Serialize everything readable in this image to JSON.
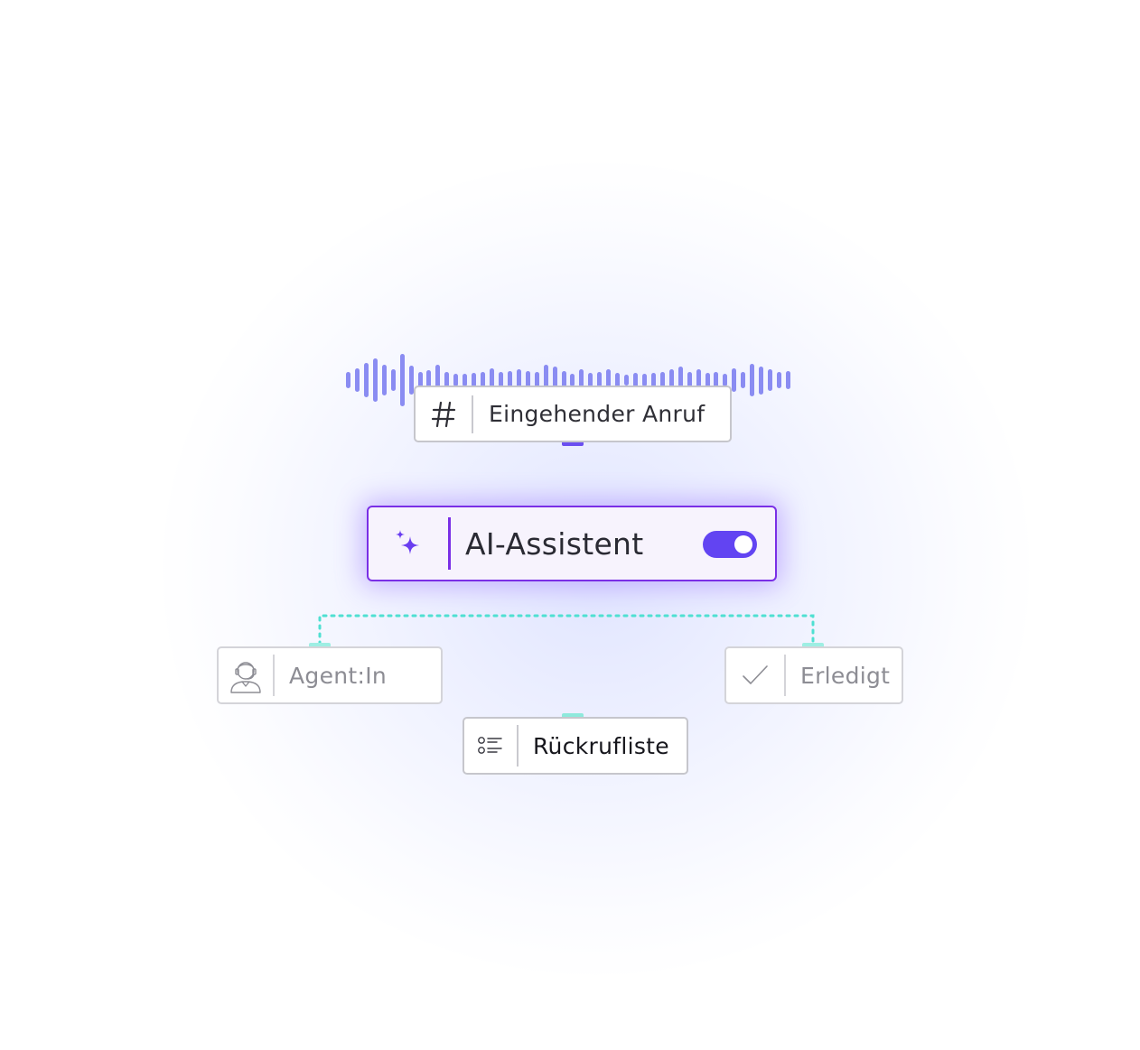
{
  "nodes": {
    "incoming": {
      "label": "Eingehender Anruf",
      "icon": "hash-icon"
    },
    "ai": {
      "label": "AI-Assistent",
      "icon": "sparkle-icon",
      "toggle_on": true
    },
    "agent": {
      "label": "Agent:In",
      "icon": "agent-headset-icon"
    },
    "done": {
      "label": "Erledigt",
      "icon": "checkmark-icon"
    },
    "callback": {
      "label": "Rückrufliste",
      "icon": "list-icon"
    }
  },
  "colors": {
    "accent_purple": "#7a2fe6",
    "toggle": "#6244f2",
    "wave": "#8a8cf2",
    "teal": "#3fe3cf",
    "connector_top": "#6d6df5"
  },
  "waveform_levels": [
    0.28,
    0.42,
    0.62,
    0.78,
    0.55,
    0.38,
    0.95,
    0.52,
    0.28,
    0.35,
    0.55,
    0.3,
    0.22,
    0.22,
    0.25,
    0.28,
    0.42,
    0.3,
    0.32,
    0.38,
    0.32,
    0.3,
    0.55,
    0.48,
    0.32,
    0.22,
    0.38,
    0.25,
    0.3,
    0.4,
    0.25,
    0.2,
    0.25,
    0.22,
    0.25,
    0.3,
    0.38,
    0.48,
    0.3,
    0.4,
    0.25,
    0.3,
    0.22,
    0.42,
    0.3,
    0.58,
    0.5,
    0.38,
    0.3,
    0.32
  ]
}
